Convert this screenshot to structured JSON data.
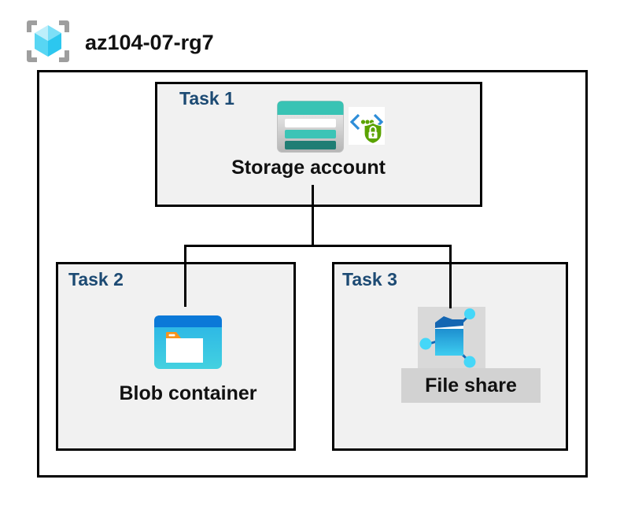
{
  "header": {
    "resource_group_name": "az104-07-rg7",
    "resource_group_icon": "azure-resource-group-icon"
  },
  "tasks": {
    "task1": {
      "label": "Task 1",
      "resource": "Storage account",
      "icons": [
        "storage-account-icon",
        "secure-access-icon"
      ]
    },
    "task2": {
      "label": "Task 2",
      "resource": "Blob container",
      "icons": [
        "blob-container-icon"
      ]
    },
    "task3": {
      "label": "Task 3",
      "resource": "File share",
      "icons": [
        "file-share-icon"
      ]
    }
  },
  "connections": [
    {
      "from": "Storage account",
      "to": "Blob container"
    },
    {
      "from": "Storage account",
      "to": "File share"
    }
  ],
  "colors": {
    "task_label": "#1c4a73",
    "box_fill": "#f1f1f1",
    "box_border": "#000000",
    "connector": "#000000",
    "storage_teal": "#38c3b4",
    "storage_teal_dark": "#1f7d74",
    "blob_band_blue": "#0b79d8",
    "blob_body_cyan": "#33c4e8",
    "folder_tab_orange": "#f7941e",
    "fileshare_tile_gray": "#d9d9d9",
    "fileshare_band_gray": "#d2d2d2",
    "fileshare_node_cyan": "#45d7f8",
    "shield_green": "#5aa300",
    "chevron_blue": "#2d8dd8",
    "rg_bracket_gray": "#9e9e9e",
    "rg_cube_cyan": "#4fd2f2"
  }
}
